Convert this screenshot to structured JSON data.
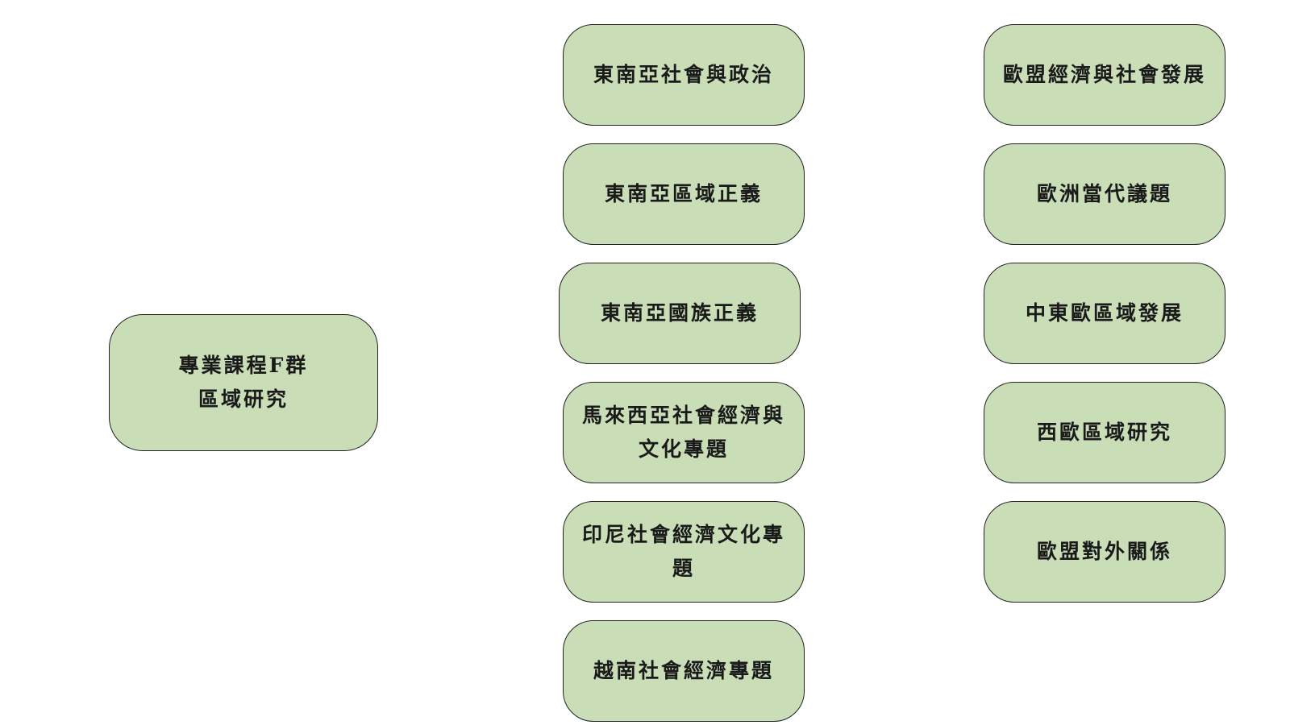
{
  "root": {
    "line1": "專業課程F群",
    "line2": "區域研究"
  },
  "southeast_asia_courses": [
    "東南亞社會與政治",
    "東南亞區域正義",
    "東南亞國族正義",
    "馬來西亞社會經濟與\n文化專題",
    "印尼社會經濟文化專\n題",
    "越南社會經濟專題"
  ],
  "europe_courses": [
    "歐盟經濟與社會發展",
    "歐洲當代議題",
    "中東歐區域發展",
    "西歐區域研究",
    "歐盟對外關係"
  ],
  "colors": {
    "node_fill": "#c9ddb7",
    "node_border": "#222222",
    "text": "#1a1a1a"
  }
}
